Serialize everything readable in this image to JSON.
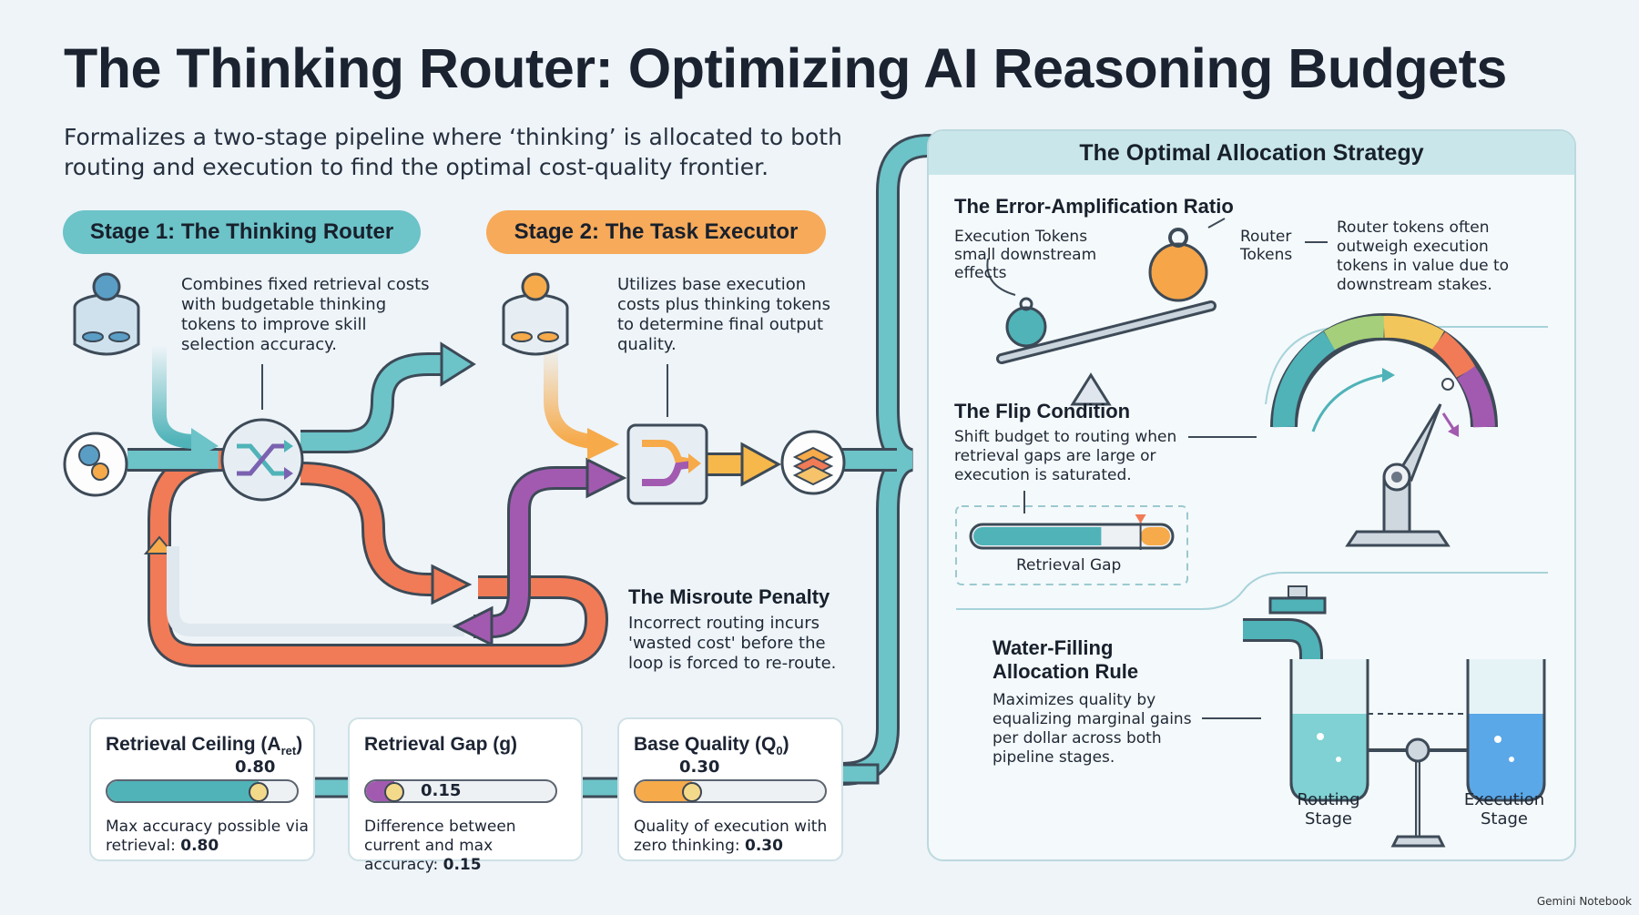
{
  "title": "The Thinking Router: Optimizing AI Reasoning Budgets",
  "subtitle": "Formalizes a two-stage pipeline where ‘thinking’ is allocated to both routing and execution to find the optimal cost-quality frontier.",
  "stage1": {
    "label": "Stage 1: The Thinking Router",
    "note": "Combines fixed retrieval costs with budgetable thinking tokens to improve skill selection accuracy."
  },
  "stage2": {
    "label": "Stage 2: The Task Executor",
    "note": "Utilizes base execution costs plus thinking tokens to determine final output quality."
  },
  "misroute": {
    "title": "The Misroute Penalty",
    "note": "Incorrect routing incurs 'wasted cost' before the loop is forced to re-route."
  },
  "metrics": [
    {
      "title": "Retrieval Ceiling (A",
      "sub": "ret",
      "title_end": ")",
      "value": 0.8,
      "value_label": "0.80",
      "desc": "Max accuracy possible via retrieval:",
      "desc_value": "0.80",
      "color": "#4fb3b8"
    },
    {
      "title": "Retrieval Gap (g)",
      "sub": "",
      "title_end": "",
      "value": 0.15,
      "value_label": "0.15",
      "desc": "Difference between current and max accuracy:",
      "desc_value": "0.15",
      "color": "#a25ab0"
    },
    {
      "title": "Base Quality (Q",
      "sub": "0",
      "title_end": ")",
      "value": 0.3,
      "value_label": "0.30",
      "desc": "Quality of execution with zero thinking:",
      "desc_value": "0.30",
      "color": "#f6aa4a"
    }
  ],
  "panel": {
    "title": "The Optimal Allocation Strategy",
    "ratio": {
      "title": "The Error-Amplification Ratio",
      "exec_label": "Execution Tokens small downstream effects",
      "router_label": "Router Tokens",
      "note": "Router tokens often outweigh execution tokens in value due to downstream stakes."
    },
    "flip": {
      "title": "The Flip Condition",
      "note": "Shift budget to routing when retrieval gaps are large or execution is saturated.",
      "gap_label": "Retrieval Gap"
    },
    "water": {
      "title": "Water-Filling Allocation Rule",
      "note": "Maximizes quality by equalizing marginal gains per dollar across both pipeline stages.",
      "routing_label": "Routing Stage",
      "execution_label": "Execution Stage"
    }
  },
  "brand": "Gemini Notebook",
  "colors": {
    "teal": "#4fb3b8",
    "orange": "#f6aa4a",
    "red": "#f07b56",
    "purple": "#a25ab0",
    "blue": "#5aa8e8"
  }
}
